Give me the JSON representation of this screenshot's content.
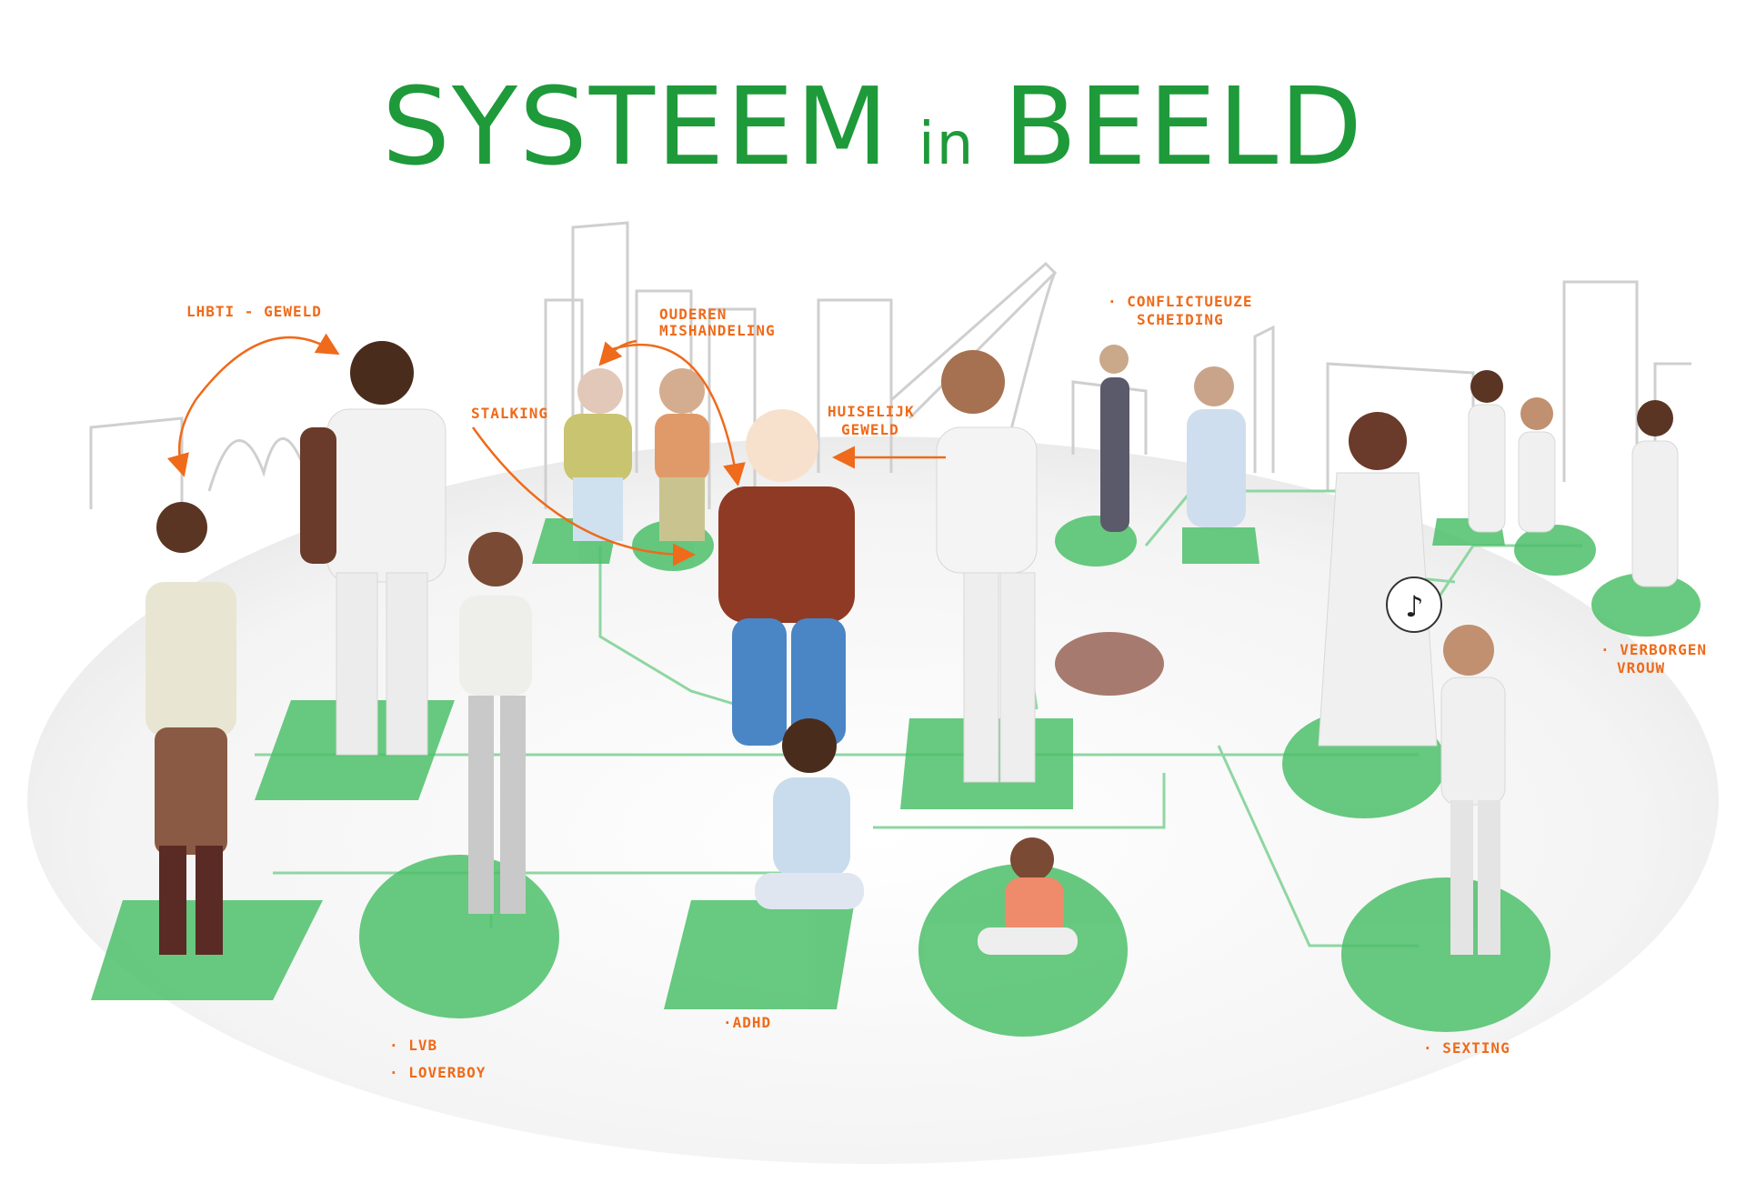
{
  "title": {
    "part1": "SYSTEEM",
    "part2": "in",
    "part3": "BEELD"
  },
  "labels": {
    "lhbti": "LHBTI - GEWELD",
    "ouderen1": "OUDEREN",
    "ouderen2": "MISHANDELING",
    "stalking": "STALKING",
    "huiselijk1": "HUISELIJK",
    "huiselijk2": "GEWELD",
    "conflict1": "· CONFLICTUEUZE",
    "conflict2": "SCHEIDING",
    "verborgen1": "· VERBORGEN",
    "verborgen2": "VROUW",
    "lvb": "· LVB",
    "loverboy": "· LOVERBOY",
    "adhd": "·ADHD",
    "sexting": "· SEXTING"
  },
  "colors": {
    "title": "#1e9a3a",
    "label": "#ef6a1a",
    "platform": "#4dbf6a",
    "network": "#8fd6a2",
    "skyline": "#cfcfcf",
    "arrow": "#ef6a1a"
  }
}
